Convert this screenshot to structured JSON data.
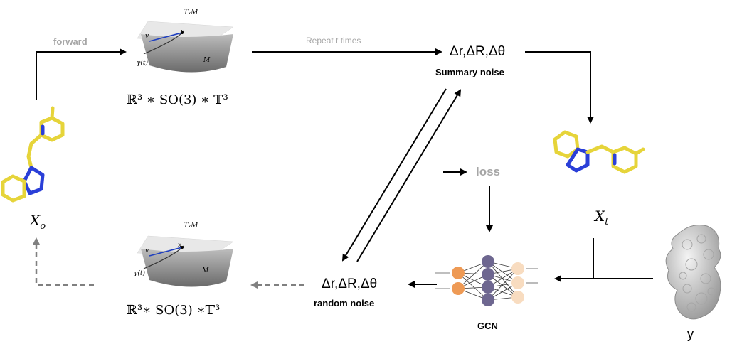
{
  "labels": {
    "forward": "forward",
    "repeat": "Repeat t times",
    "delta_top": "Δr,ΔR,Δθ",
    "summary_noise": "Summary noise",
    "delta_bottom": "Δr,ΔR,Δθ",
    "random_noise": "random noise",
    "loss": "loss",
    "gcn": "GCN",
    "x0_base": "X",
    "x0_sub": "o",
    "xt_base": "X",
    "xt_sub": "t",
    "y": "y"
  },
  "manifold_top": {
    "tangent": "TₓM",
    "point": "x",
    "vector": "v",
    "curve": "γ(t)",
    "manifold": "M",
    "formula": "ℝ³ ∗ SO(3) ∗ 𝕋³"
  },
  "manifold_bottom": {
    "tangent": "TₓM",
    "point": "x",
    "vector": "v",
    "curve": "γ(t)",
    "manifold": "M",
    "formula": "ℝ³∗ SO(3) ∗𝕋³"
  },
  "colors": {
    "arrow": "#000000",
    "dashed_arrow": "#808080",
    "gray_text": "#a6a6a6",
    "ligand_yellow": "#e6d43a",
    "ligand_blue": "#2a3fd8",
    "gcn_orange": "#ee9a55",
    "gcn_purple": "#6e6790",
    "gcn_peach": "#f8dcc0",
    "protein_gray": "#d9d9d9"
  }
}
